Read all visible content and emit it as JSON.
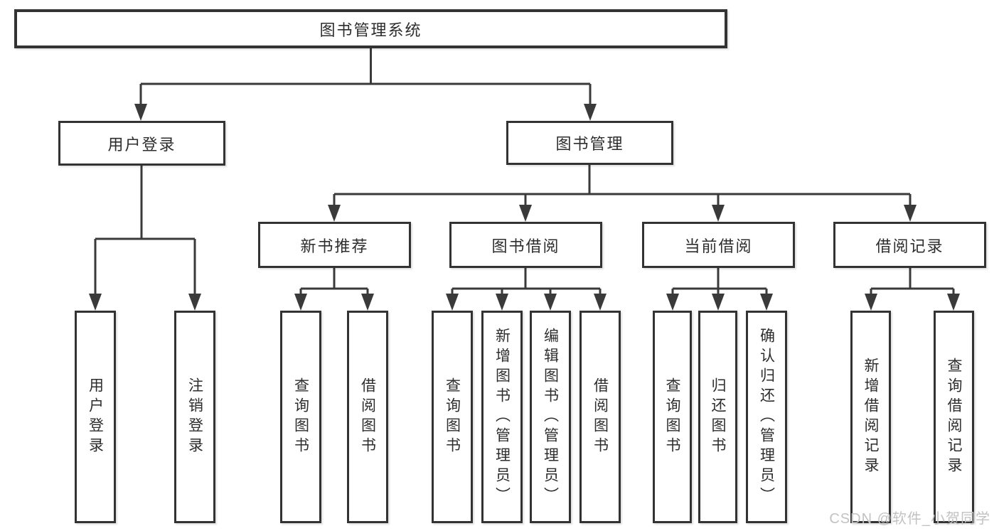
{
  "diagram": {
    "root": {
      "label": "图书管理系统"
    },
    "branches": [
      {
        "label": "用户登录",
        "children": [
          {
            "label": "用户登录"
          },
          {
            "label": "注销登录"
          }
        ]
      },
      {
        "label": "图书管理",
        "children": [
          {
            "label": "新书推荐",
            "children": [
              {
                "label": "查询图书"
              },
              {
                "label": "借阅图书"
              }
            ]
          },
          {
            "label": "图书借阅",
            "children": [
              {
                "label": "查询图书"
              },
              {
                "label": "新增图书（管理员）"
              },
              {
                "label": "编辑图书（管理员）"
              },
              {
                "label": "借阅图书"
              }
            ]
          },
          {
            "label": "当前借阅",
            "children": [
              {
                "label": "查询图书"
              },
              {
                "label": "归还图书"
              },
              {
                "label": "确认归还（管理员）"
              }
            ]
          },
          {
            "label": "借阅记录",
            "children": [
              {
                "label": "新增借阅记录"
              },
              {
                "label": "查询借阅记录"
              }
            ]
          }
        ]
      }
    ]
  },
  "watermark": {
    "text": "CSDN @软件_小贺同学"
  },
  "colors": {
    "line": "#3a3a3a",
    "border": "#333333",
    "text": "#2d2d2d",
    "watermark": "#c2c2c2",
    "background": "#ffffff"
  }
}
